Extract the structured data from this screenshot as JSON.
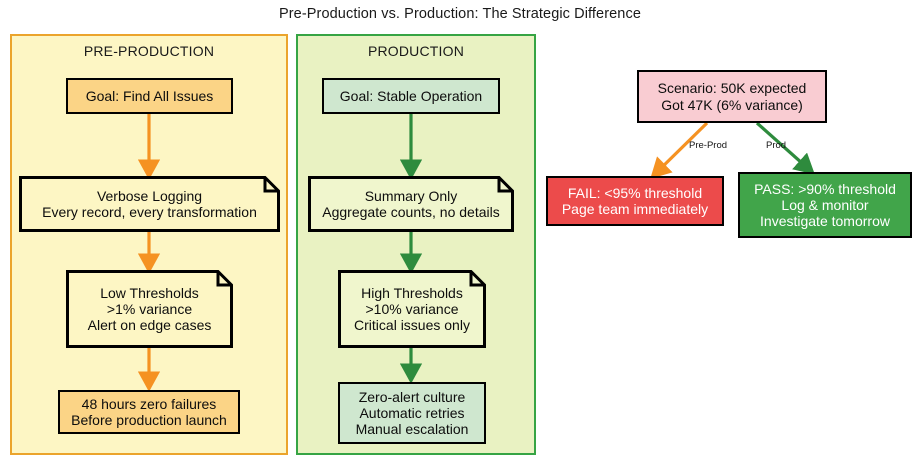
{
  "title": "Pre-Production vs. Production: The Strategic Difference",
  "colors": {
    "prelane_fill": "#fdf6c4",
    "prelane_border": "#eba42c",
    "prodlane_fill": "#e9f2c2",
    "prodlane_border": "#36a444",
    "amber": "#fbd486",
    "mint": "#cfe7cf",
    "pink": "#f9ccd2",
    "red": "#ec4b4b",
    "green": "#41a54a",
    "orange_arrow": "#f59222",
    "green_arrow": "#2e8b3d",
    "note_fill_pre": "#fdf6c4",
    "note_fill_prod": "#f0f6cd"
  },
  "lanes": [
    {
      "id": "pre-production",
      "label": "PRE-PRODUCTION",
      "nodes": [
        {
          "id": "pre-goal",
          "shape": "box",
          "lines": [
            "Goal: Find All Issues"
          ]
        },
        {
          "id": "pre-logging",
          "shape": "note",
          "lines": [
            "Verbose Logging",
            "Every record, every transformation"
          ]
        },
        {
          "id": "pre-thresholds",
          "shape": "note",
          "lines": [
            "Low Thresholds",
            ">1% variance",
            "Alert on edge cases"
          ]
        },
        {
          "id": "pre-exit",
          "shape": "box",
          "lines": [
            "48 hours zero failures",
            "Before production launch"
          ]
        }
      ]
    },
    {
      "id": "production",
      "label": "PRODUCTION",
      "nodes": [
        {
          "id": "prod-goal",
          "shape": "box",
          "lines": [
            "Goal: Stable Operation"
          ]
        },
        {
          "id": "prod-logging",
          "shape": "note",
          "lines": [
            "Summary Only",
            "Aggregate counts, no details"
          ]
        },
        {
          "id": "prod-thresholds",
          "shape": "note",
          "lines": [
            "High Thresholds",
            ">10% variance",
            "Critical issues only"
          ]
        },
        {
          "id": "prod-culture",
          "shape": "box",
          "lines": [
            "Zero-alert culture",
            "Automatic retries",
            "Manual escalation"
          ]
        }
      ]
    }
  ],
  "scenario": {
    "source": {
      "id": "scenario",
      "lines": [
        "Scenario: 50K expected",
        "Got 47K (6% variance)"
      ]
    },
    "branches": [
      {
        "id": "fail",
        "edge_label": "Pre-Prod",
        "lines": [
          "FAIL: <95% threshold",
          "Page team immediately"
        ]
      },
      {
        "id": "pass",
        "edge_label": "Prod",
        "lines": [
          "PASS: >90% threshold",
          "Log & monitor",
          "Investigate tomorrow"
        ]
      }
    ]
  }
}
